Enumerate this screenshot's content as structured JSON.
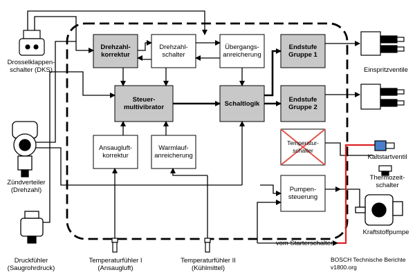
{
  "blocks": {
    "drehzahlkorrektur": "Drehzahl-\nkorrektur",
    "drehzahlschalter": "Drehzahl-\nschalter",
    "uebergangsanreicherung": "Übergangs-\nanreicherung",
    "endstufe1": "Endstufe\nGruppe 1",
    "steuermultivibrator": "Steuer-\nmultivibrator",
    "schaltlogik": "Schaltlogik",
    "endstufe2": "Endstufe\nGruppe 2",
    "ansaugluftkorrektur": "Ansaugluft-\nkorrektur",
    "warmlaufanreicherung": "Warmlauf-\nanreicherung",
    "temperaturschalter": "Temperatur-\nschalter",
    "pumpensteuerung": "Pumpen-\nsteuerung"
  },
  "components": {
    "drosselklappenschalter": "Drosselklappen-\nschalter (DKS)",
    "zuendverteiler": "Zündverteiler\n(Drehzahl)",
    "druckfuehler": "Druckfühler\n(Saugrohrdruck)",
    "temperaturfuehler1": "Temperaturfühler I\n(Ansaugluft)",
    "temperaturfuehler2": "Temperaturfühler II\n(Kühlmittel)",
    "einspritzventile": "Einspritzventile",
    "kaltstartventil": "Kaltstartventil",
    "thermozeitschalter": "Thermozeit-\nschalter",
    "kraftstoffpumpe": "Kraftstoffpumpe",
    "starterschalter": "vom Starterschalter"
  },
  "credit": {
    "line1": "BOSCH Technische Berichte",
    "line2": "v1800.org"
  },
  "colors": {
    "block_fill_gray": "#c8c8c8",
    "cross": "#e0524a",
    "starter_line": "#e02020"
  }
}
